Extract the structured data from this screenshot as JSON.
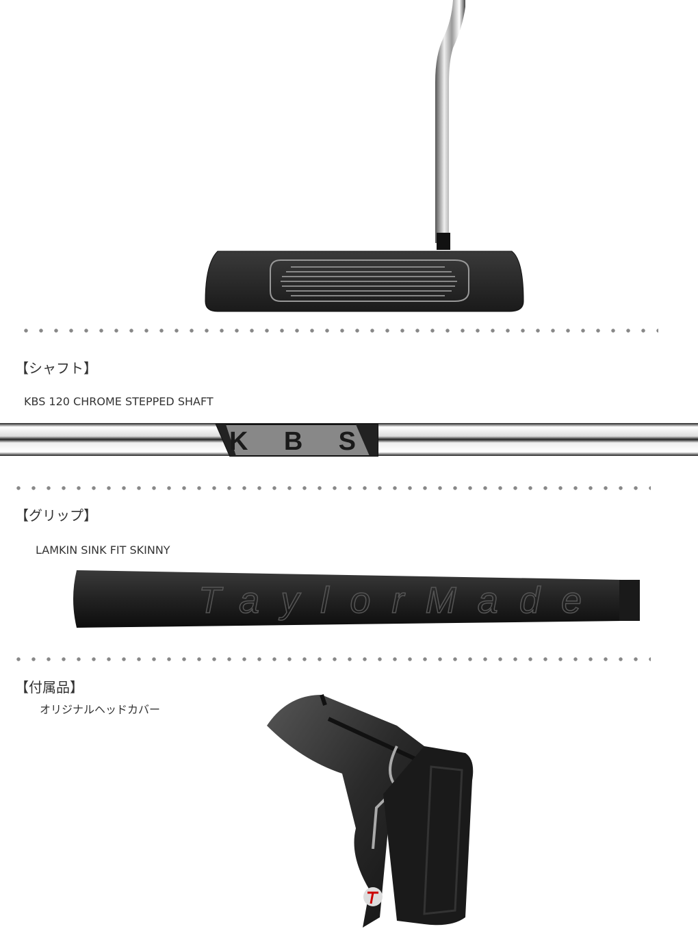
{
  "sections": {
    "shaft": {
      "heading": "【シャフト】",
      "value": "KBS 120 CHROME STEPPED SHAFT",
      "logo_text": "KBS"
    },
    "grip": {
      "heading": "【グリップ】",
      "value": "LAMKIN SINK FIT SKINNY",
      "logo_text": "TaylorMade"
    },
    "accessory": {
      "heading": "【付属品】",
      "value": "オリジナルヘッドカバー"
    }
  }
}
